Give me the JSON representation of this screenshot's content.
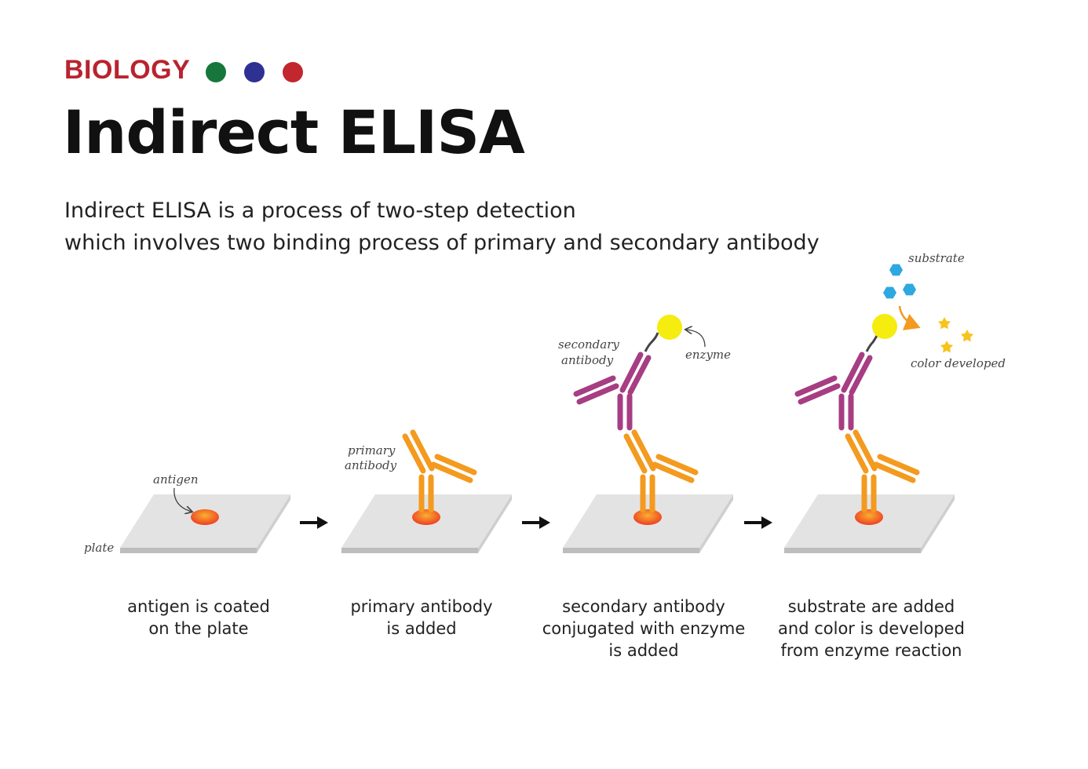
{
  "header": {
    "category": "BIOLOGY",
    "title": "Indirect ELISA",
    "description_line1": "Indirect ELISA is a process of two-step detection",
    "description_line2": "which involves two binding process of primary and secondary antibody"
  },
  "colors": {
    "category_red": "#b8232f",
    "dot_green": "#17773b",
    "dot_blue": "#2e3192",
    "dot_red": "#c1272d",
    "plate_top": "#e3e3e3",
    "plate_edge": "#bdbdbd",
    "antigen": "#f04a23",
    "primary_antibody": "#f39a1f",
    "secondary_antibody": "#a73d82",
    "enzyme": "#f5ec10",
    "substrate": "#2da8e0",
    "color_developed": "#f7c31c"
  },
  "annotations": {
    "antigen": "antigen",
    "plate": "plate",
    "primary_antibody_1": "primary",
    "primary_antibody_2": "antibody",
    "secondary_antibody_1": "secondary",
    "secondary_antibody_2": "antibody",
    "enzyme": "enzyme",
    "substrate": "substrate",
    "color_developed": "color developed"
  },
  "steps": [
    {
      "line1": "antigen is coated",
      "line2": "on the plate",
      "line3": ""
    },
    {
      "line1": "primary antibody",
      "line2": "is added",
      "line3": ""
    },
    {
      "line1": "secondary antibody",
      "line2": "conjugated with enzyme",
      "line3": "is added"
    },
    {
      "line1": "substrate are added",
      "line2": "and color is developed",
      "line3": "from enzyme reaction"
    }
  ]
}
